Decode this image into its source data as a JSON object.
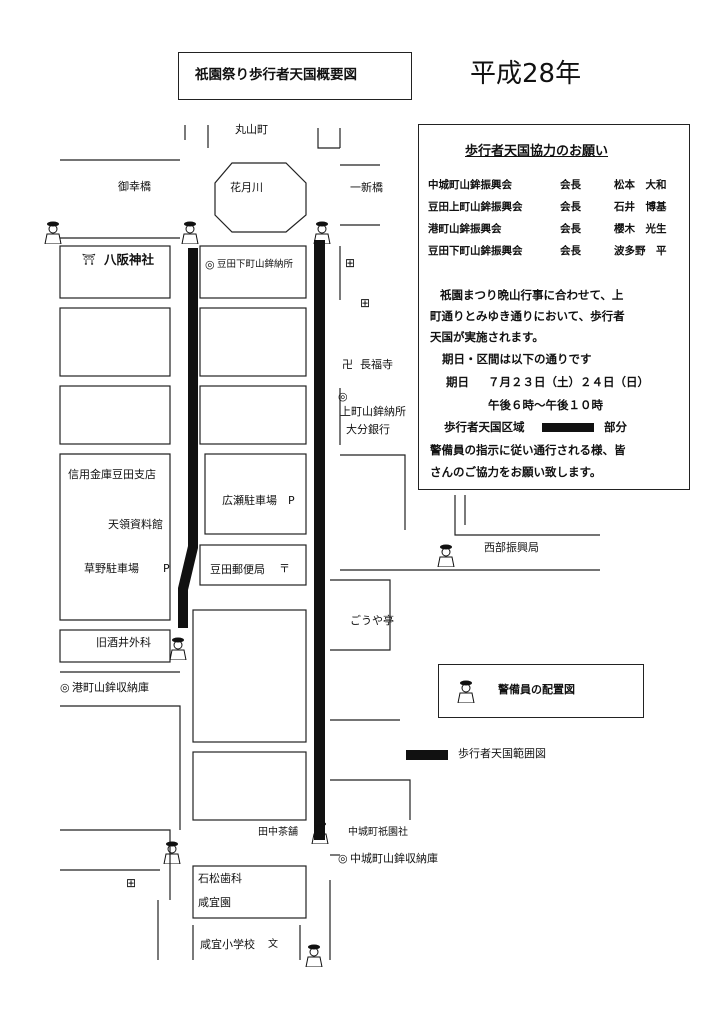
{
  "header": {
    "title": "祇園祭り歩行者天国概要図",
    "year": "平成28年"
  },
  "streets": {
    "maruyama": "丸山町",
    "gokou": "御幸橋",
    "kagetsu": "花月川",
    "ichishin": "一新橋"
  },
  "places": {
    "yasaka": "八阪神社",
    "mameda_shimo_hoko": "豆田下町山鉾納所",
    "choufuku": "長福寺",
    "kamimachi_hoko": "上町山鉾納所",
    "oita_bank": "大分銀行",
    "shinkin": "信用金庫豆田支店",
    "tenryo": "天領資料館",
    "kusano_parking": "草野駐車場",
    "hirose_parking": "広瀬駐車場",
    "mameda_post": "豆田郵便局",
    "nishibu": "西部振興局",
    "kyusakai": "旧酒井外科",
    "minato_hoko": "港町山鉾収納庫",
    "gouya": "ごうや亭",
    "tanaka_tea": "田中茶舗",
    "nakajo_gion": "中城町祇園社",
    "nakajo_hoko": "中城町山鉾収納庫",
    "ishimatsu": "石松歯科",
    "kangien": "咸宜園",
    "kangi_school": "咸宜小学校",
    "parking_mark": "P"
  },
  "symbols": {
    "circle_mark": "◎",
    "manji": "卍",
    "torii": "⛩",
    "post": "〒",
    "school": "文",
    "hospital": "⊞"
  },
  "notice": {
    "heading": "歩行者天国協力のお願い",
    "committees": [
      {
        "org": "中城町山鉾振興会",
        "role": "会長",
        "name": "松本　大和"
      },
      {
        "org": "豆田上町山鉾振興会",
        "role": "会長",
        "name": "石井　博基"
      },
      {
        "org": "港町山鉾振興会",
        "role": "会長",
        "name": "櫻木　光生"
      },
      {
        "org": "豆田下町山鉾振興会",
        "role": "会長",
        "name": "波多野　平"
      }
    ],
    "body_lines": [
      "祇園まつり晩山行事に合わせて、上",
      "町通りとみゆき通りにおいて、歩行者",
      "天国が実施されます。",
      "期日・区間は以下の通りです"
    ],
    "date_label": "期日",
    "date_value": "７月２３日（土）２４日（日）",
    "time_value": "午後６時～午後１０時",
    "area_label": "歩行者天国区域",
    "area_suffix": "部分",
    "closing_lines": [
      "警備員の指示に従い通行される様、皆",
      "さんのご協力をお願い致します。"
    ]
  },
  "legend": {
    "guard_label": "警備員の配置図",
    "zone_label": "歩行者天国範囲図"
  },
  "colors": {
    "ink": "#111111",
    "paper": "#ffffff",
    "zone": "#111111"
  }
}
